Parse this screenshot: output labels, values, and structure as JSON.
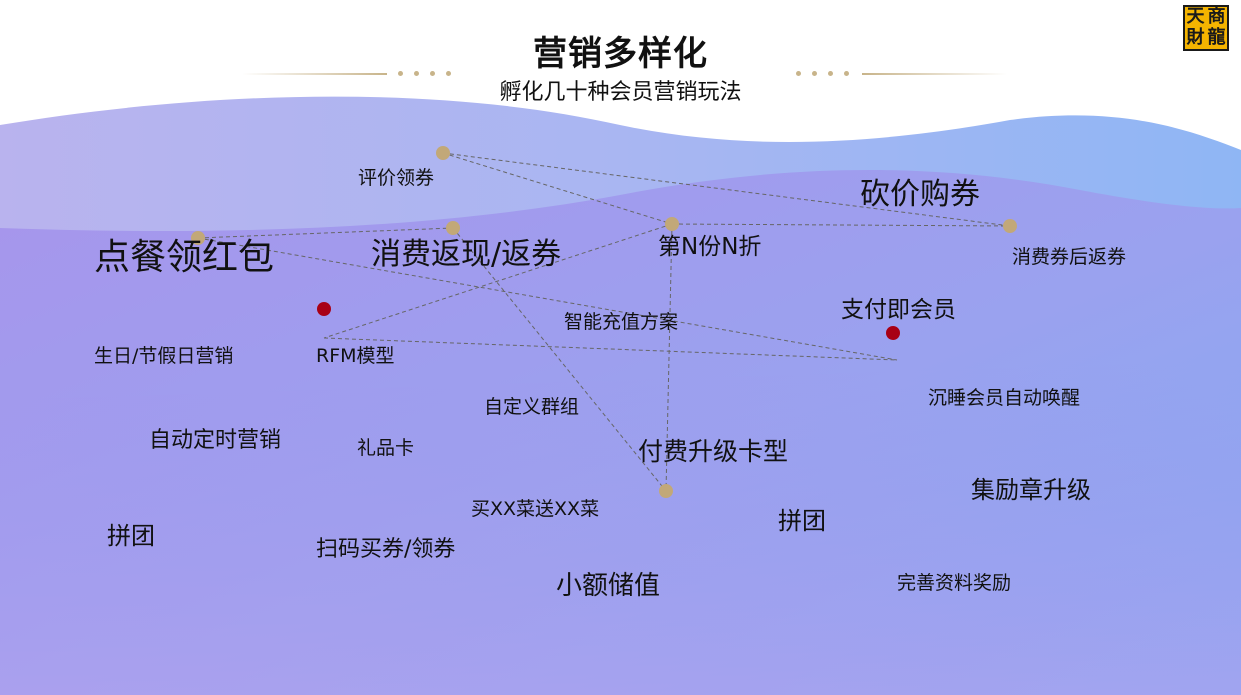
{
  "header": {
    "title": "营销多样化",
    "subtitle": "孵化几十种会员营销玩法"
  },
  "logo": {
    "chars": [
      "天",
      "商",
      "財",
      "龍"
    ],
    "color": "#f5b400"
  },
  "colors": {
    "node_dot": "#c2a878",
    "red_dot": "#a80015",
    "line": "#666666"
  },
  "labels": {
    "pingjia_lingquan": "评价领券",
    "kanjia_gouquan": "砍价购券",
    "diancan_hongbao": "点餐领红包",
    "xiaofei_fanxian": "消费返现/返券",
    "di_n_fen": "第N份N折",
    "xiaofeiquan_hou": "消费券后返券",
    "zhifu_huiyuan": "支付即会员",
    "zhineng_chongzhi": "智能充值方案",
    "shengri_jiejiari": "生日/节假日营销",
    "rfm": "RFM模型",
    "chenshui_huanxing": "沉睡会员自动唤醒",
    "zidingyi_qunzu": "自定义群组",
    "zidong_dingshi": "自动定时营销",
    "lipinka": "礼品卡",
    "fufei_shengji": "付费升级卡型",
    "jilizhang": "集励章升级",
    "mai_song": "买XX菜送XX菜",
    "pintuan_left": "拼团",
    "pintuan_right": "拼团",
    "saoma_maiquan": "扫码买券/领券",
    "xiaoe_chuzhi": "小额储值",
    "wanshan_ziliao": "完善资料奖励"
  }
}
